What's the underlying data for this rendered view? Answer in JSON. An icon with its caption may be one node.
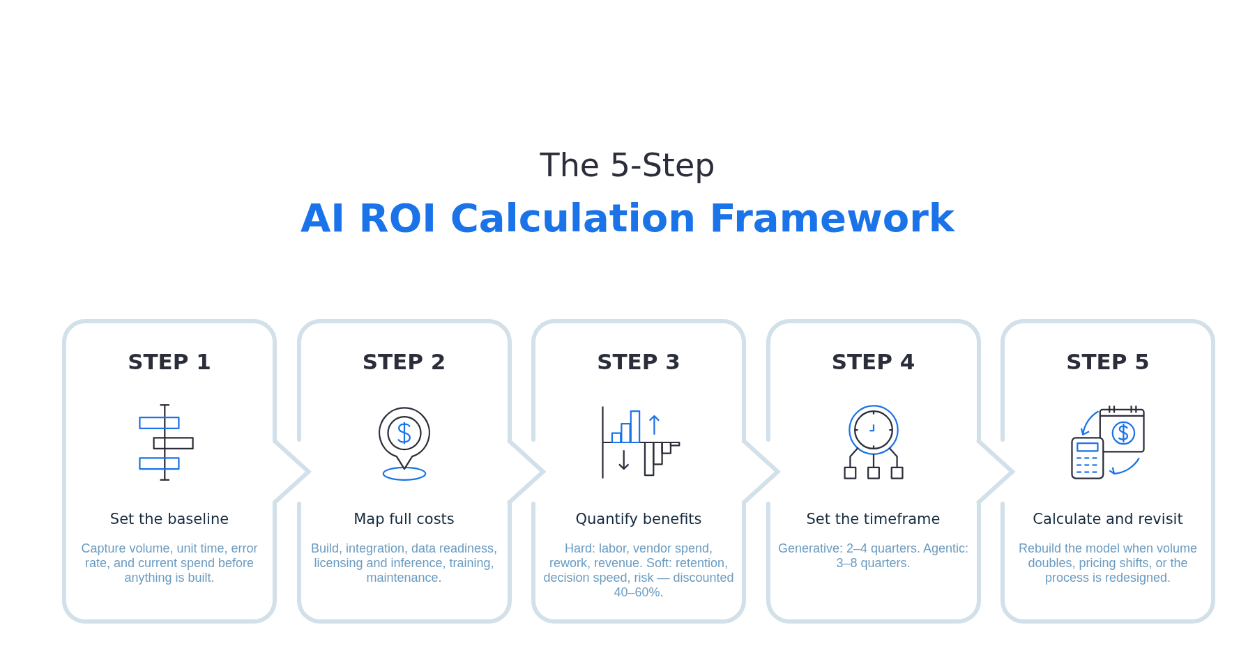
{
  "diagram": {
    "title": "The 5-Step",
    "nodes": [
      {
        "text": [
          "STEP 1",
          "Set the baseline",
          "Capture volume, unit time, error rate, and current spend before anything is built."
        ]
      },
      {
        "text": [
          "STEP 2",
          "Map full costs",
          "Build, integration, data readiness, licensing and inference, training, maintenance."
        ]
      },
      {
        "text": [
          "STEP 3",
          "Quantify benefits",
          "Hard: labor, vendor spend, rework, revenue. Soft: retention, decision speed, risk — discounted 40–60%."
        ]
      },
      {
        "text": [
          "STEP 4",
          "Set the timeframe",
          "Generative: 2–4 quarters. Agentic: 3–8 quarters."
        ]
      },
      {
        "text": [
          "STEP 5",
          "Calculate and revisit",
          "Rebuild the model when volume doubles, pricing shifts, or the process is redesigned."
        ]
      }
    ],
    "edges": [
      {
        "from": 0,
        "to": 1,
        "arrow": "to"
      },
      {
        "from": 1,
        "to": 2,
        "arrow": "to"
      },
      {
        "from": 2,
        "to": 3,
        "arrow": "to"
      },
      {
        "from": 3,
        "to": 4,
        "arrow": "to"
      }
    ],
    "labels": [
      "AI ROI Calculation Framework"
    ]
  }
}
